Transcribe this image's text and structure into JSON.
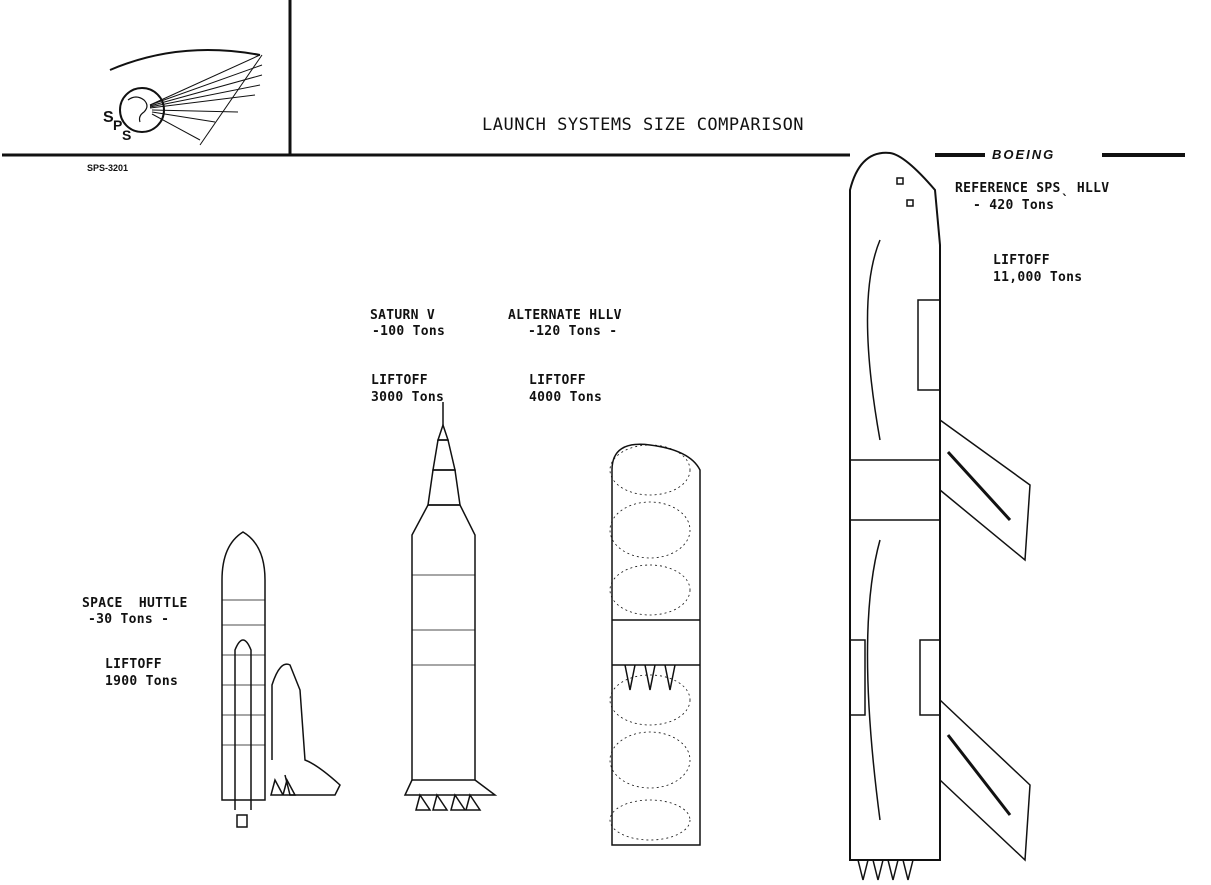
{
  "header": {
    "title": "LAUNCH SYSTEMS SIZE COMPARISON",
    "doc_id": "SPS-3201",
    "logo_text": "SPS",
    "brand": "BOEING"
  },
  "vehicles": [
    {
      "name": "SPACE  HUTTLE",
      "payload": "-30 Tons -",
      "liftoff_label": "LIFTOFF",
      "liftoff": "1900 Tons"
    },
    {
      "name": "SATURN V",
      "payload": "-100 Tons",
      "liftoff_label": "LIFTOFF",
      "liftoff": "3000 Tons"
    },
    {
      "name": "ALTERNATE HLLV",
      "payload": "-120 Tons -",
      "liftoff_label": "LIFTOFF",
      "liftoff": "4000 Tons"
    },
    {
      "name": "REFERENCE SPSˎ HLLV",
      "payload": "- 420 Tons",
      "liftoff_label": "LIFTOFF",
      "liftoff": "11,000 Tons"
    }
  ]
}
